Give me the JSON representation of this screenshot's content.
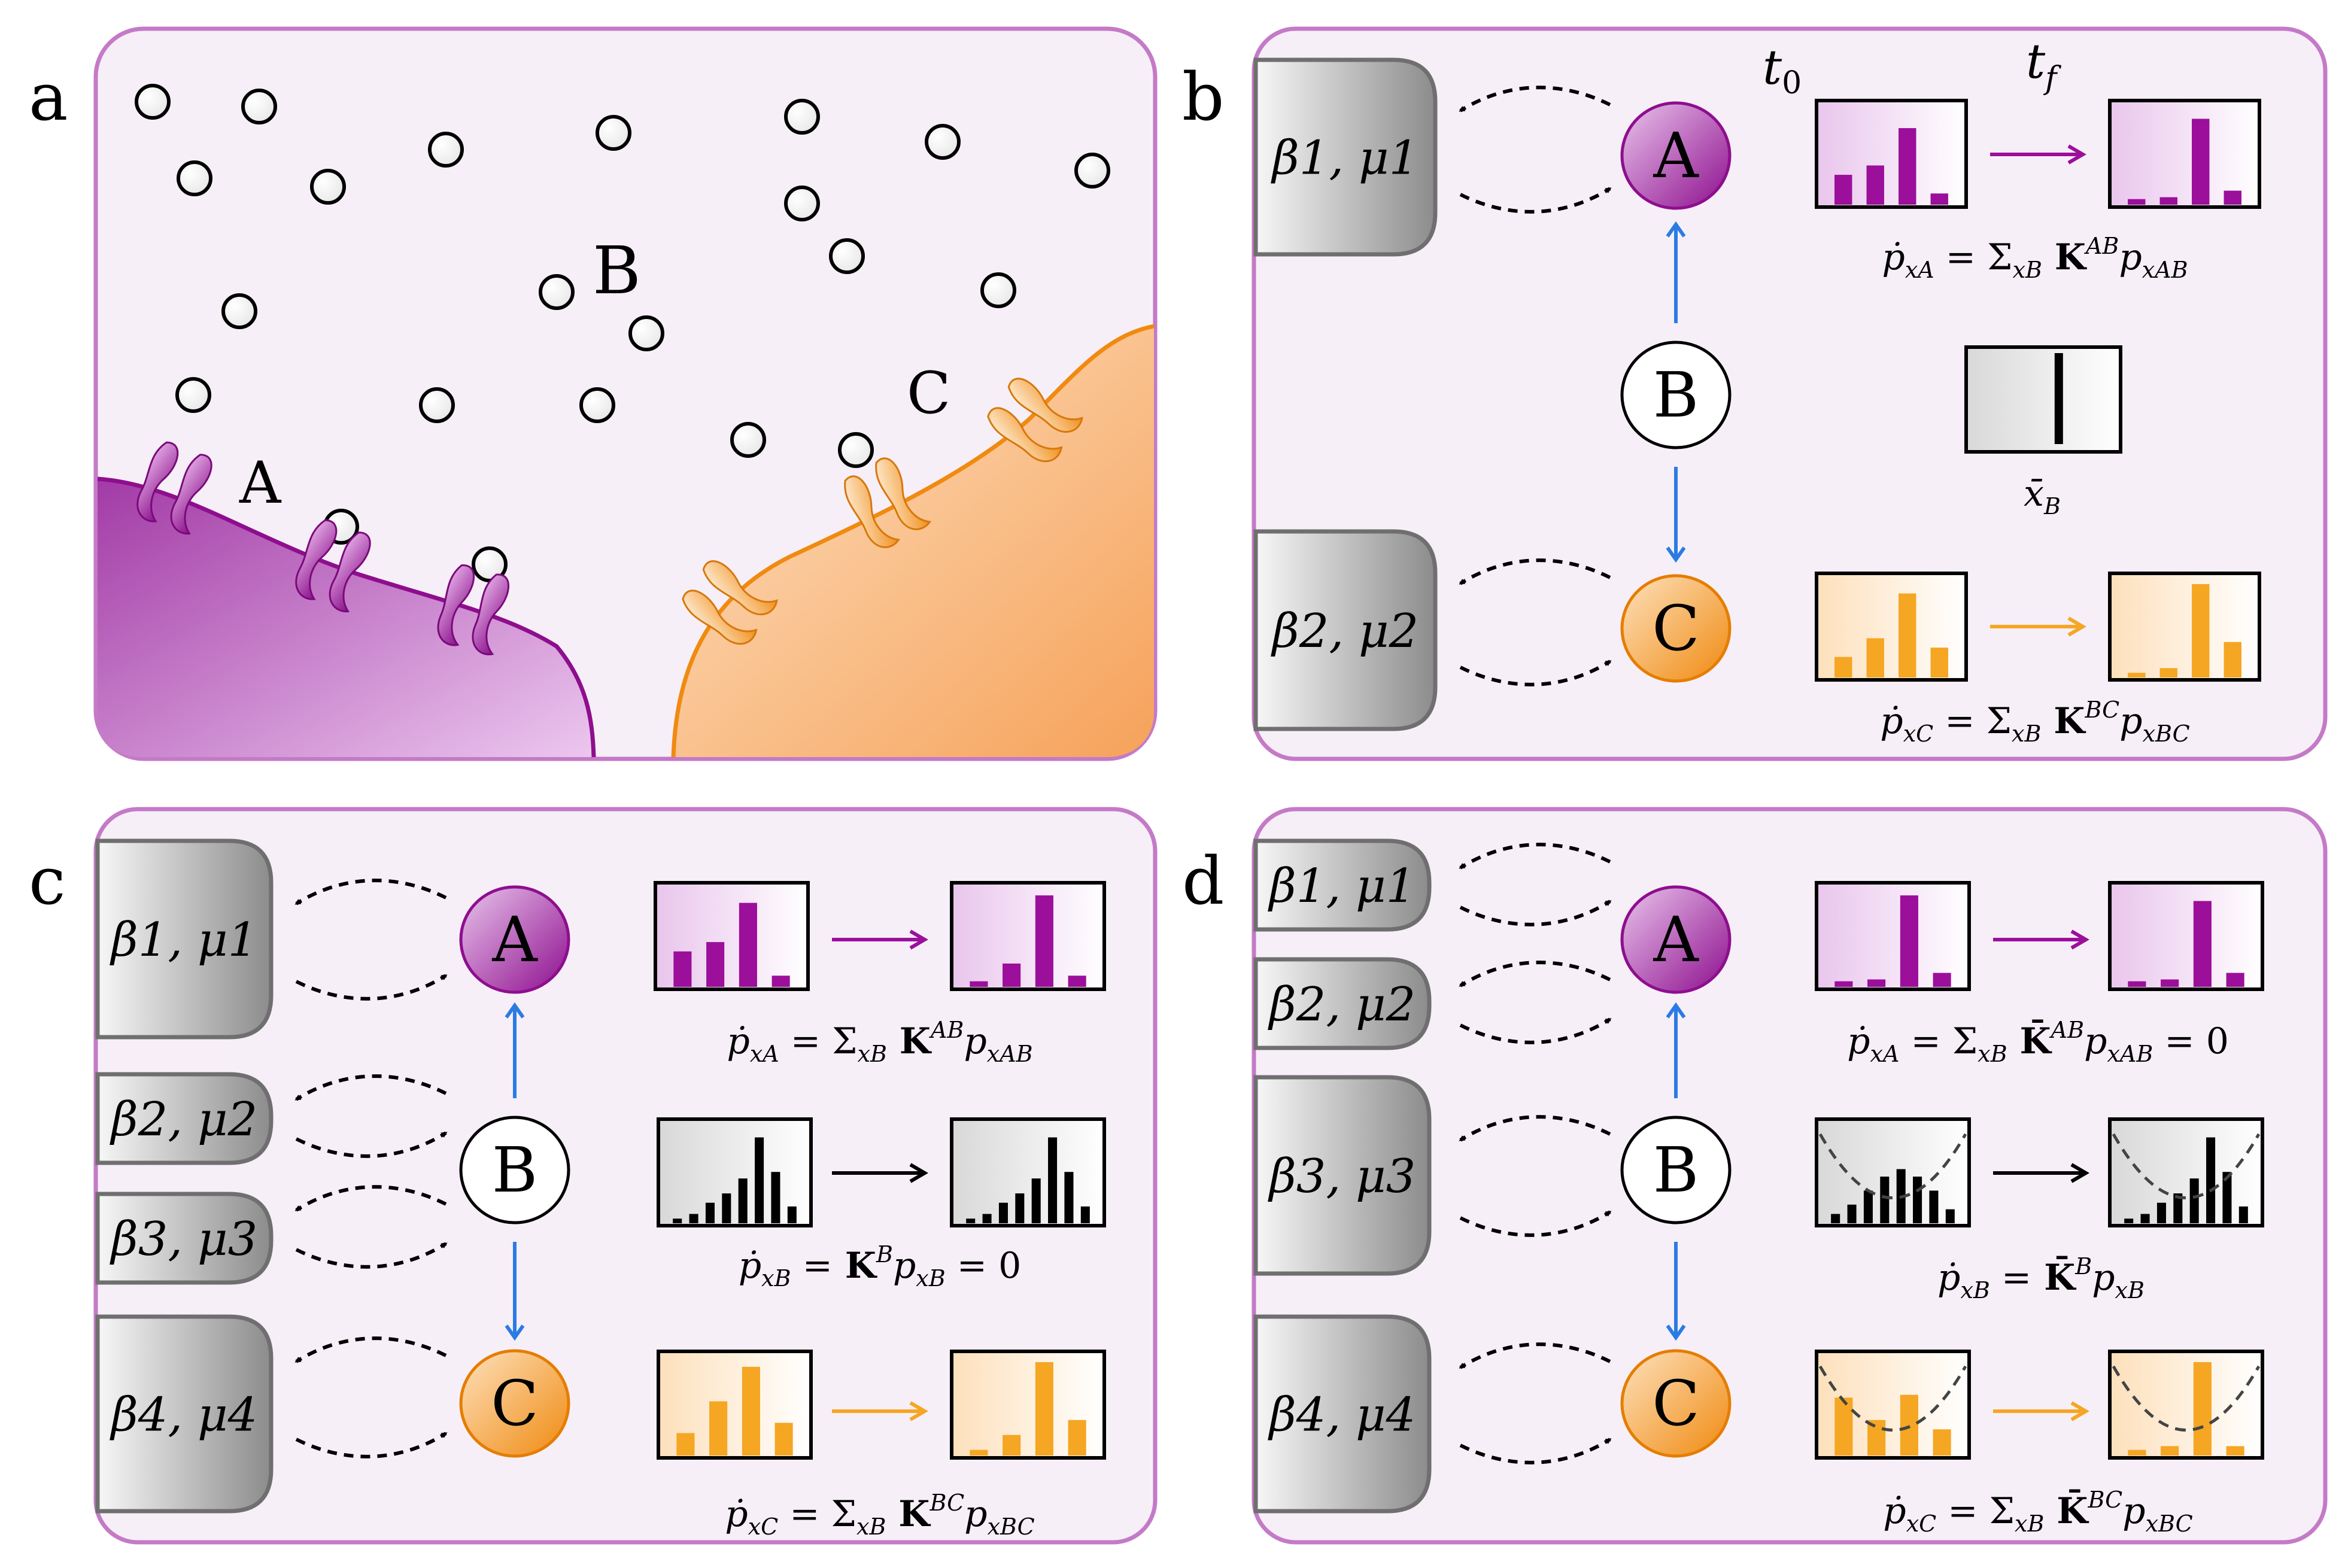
{
  "colors": {
    "panel_border": "#c47ac7",
    "panel_fill": "#f7eff8",
    "purple": "#9b0f9b",
    "orange": "#f5a623",
    "blue": "#2b7be4",
    "reservoir_dark": "#8a8a8a",
    "reservoir_light": "#f4f4f4"
  },
  "panel_a": {
    "letter": "a",
    "label_A": "A",
    "label_B": "B",
    "label_C": "C"
  },
  "panel_b": {
    "letter": "b",
    "t0": "t0",
    "tf": "tf",
    "reservoirs": [
      {
        "beta": "β1",
        "mu": "μ1"
      },
      {
        "beta": "β2",
        "mu": "μ2"
      }
    ],
    "nodes": {
      "A": "A",
      "B": "B",
      "C": "C"
    },
    "eq_A": {
      "lhs": "ṗ",
      "sub": "xA",
      "rhs": "= Σ",
      "rhs_sub": "xB",
      "K": "K",
      "K_sup": "AB",
      "p": "p",
      "p_sub": "xAB",
      "tail": ""
    },
    "eq_B": {
      "lhs": "x̄",
      "sub": "B"
    },
    "eq_C": {
      "lhs": "ṗ",
      "sub": "xC",
      "rhs": "= Σ",
      "rhs_sub": "xB",
      "K": "K",
      "K_sup": "BC",
      "p": "p",
      "p_sub": "xBC",
      "tail": ""
    },
    "hist_A_t0": [
      0.32,
      0.42,
      0.82,
      0.12
    ],
    "hist_A_tf": [
      0.06,
      0.08,
      0.92,
      0.15
    ],
    "hist_C_t0": [
      0.22,
      0.42,
      0.9,
      0.32
    ],
    "hist_C_tf": [
      0.05,
      0.1,
      1.0,
      0.38
    ],
    "b_marker": 0.6
  },
  "panel_c": {
    "letter": "c",
    "reservoirs": [
      {
        "beta": "β1",
        "mu": "μ1"
      },
      {
        "beta": "β2",
        "mu": "μ2"
      },
      {
        "beta": "β3",
        "mu": "μ3"
      },
      {
        "beta": "β4",
        "mu": "μ4"
      }
    ],
    "nodes": {
      "A": "A",
      "B": "B",
      "C": "C"
    },
    "eq_A": {
      "lhs": "ṗ",
      "sub": "xA",
      "rhs": "= Σ",
      "rhs_sub": "xB",
      "K": "K",
      "K_sup": "AB",
      "p": "p",
      "p_sub": "xAB",
      "tail": ""
    },
    "eq_B": {
      "lhs": "ṗ",
      "sub": "xB",
      "rhs": "=",
      "K": "K",
      "K_sup": "B",
      "p": "p",
      "p_sub": "xB",
      "tail": "= 0"
    },
    "eq_C": {
      "lhs": "ṗ",
      "sub": "xC",
      "rhs": "= Σ",
      "rhs_sub": "xB",
      "K": "K",
      "K_sup": "BC",
      "p": "p",
      "p_sub": "xBC",
      "tail": ""
    },
    "hist_A_t0": [
      0.38,
      0.48,
      0.9,
      0.12
    ],
    "hist_A_tf": [
      0.06,
      0.25,
      0.98,
      0.12
    ],
    "hist_B_t0": [
      0.05,
      0.1,
      0.22,
      0.32,
      0.48,
      0.92,
      0.55,
      0.18
    ],
    "hist_B_tf": [
      0.05,
      0.1,
      0.22,
      0.32,
      0.48,
      0.92,
      0.55,
      0.18
    ],
    "hist_C_t0": [
      0.24,
      0.58,
      0.95,
      0.35
    ],
    "hist_C_tf": [
      0.06,
      0.22,
      1.0,
      0.38
    ]
  },
  "panel_d": {
    "letter": "d",
    "reservoirs": [
      {
        "beta": "β1",
        "mu": "μ1"
      },
      {
        "beta": "β2",
        "mu": "μ2"
      },
      {
        "beta": "β3",
        "mu": "μ3"
      },
      {
        "beta": "β4",
        "mu": "μ4"
      }
    ],
    "nodes": {
      "A": "A",
      "B": "B",
      "C": "C"
    },
    "eq_A": {
      "lhs": "ṗ",
      "sub": "xA",
      "rhs": "= Σ",
      "rhs_sub": "xB",
      "K": "K̄",
      "K_sup": "AB",
      "p": "p",
      "p_sub": "xAB",
      "tail": "= 0"
    },
    "eq_B": {
      "lhs": "ṗ",
      "sub": "xB",
      "rhs": "=",
      "K": "K̄",
      "K_sup": "B",
      "p": "p",
      "p_sub": "xB",
      "tail": ""
    },
    "eq_C": {
      "lhs": "ṗ",
      "sub": "xC",
      "rhs": "= Σ",
      "rhs_sub": "xB",
      "K": "K̄",
      "K_sup": "BC",
      "p": "p",
      "p_sub": "xBC",
      "tail": ""
    },
    "hist_A_t0": [
      0.06,
      0.08,
      0.98,
      0.15
    ],
    "hist_A_tf": [
      0.06,
      0.08,
      0.92,
      0.15
    ],
    "hist_B_t0": [
      0.1,
      0.2,
      0.35,
      0.5,
      0.58,
      0.5,
      0.35,
      0.15
    ],
    "hist_B_tf": [
      0.05,
      0.1,
      0.22,
      0.32,
      0.48,
      0.92,
      0.55,
      0.18
    ],
    "hist_C_t0": [
      0.62,
      0.38,
      0.65,
      0.28
    ],
    "hist_C_tf": [
      0.06,
      0.1,
      1.0,
      0.1
    ]
  }
}
